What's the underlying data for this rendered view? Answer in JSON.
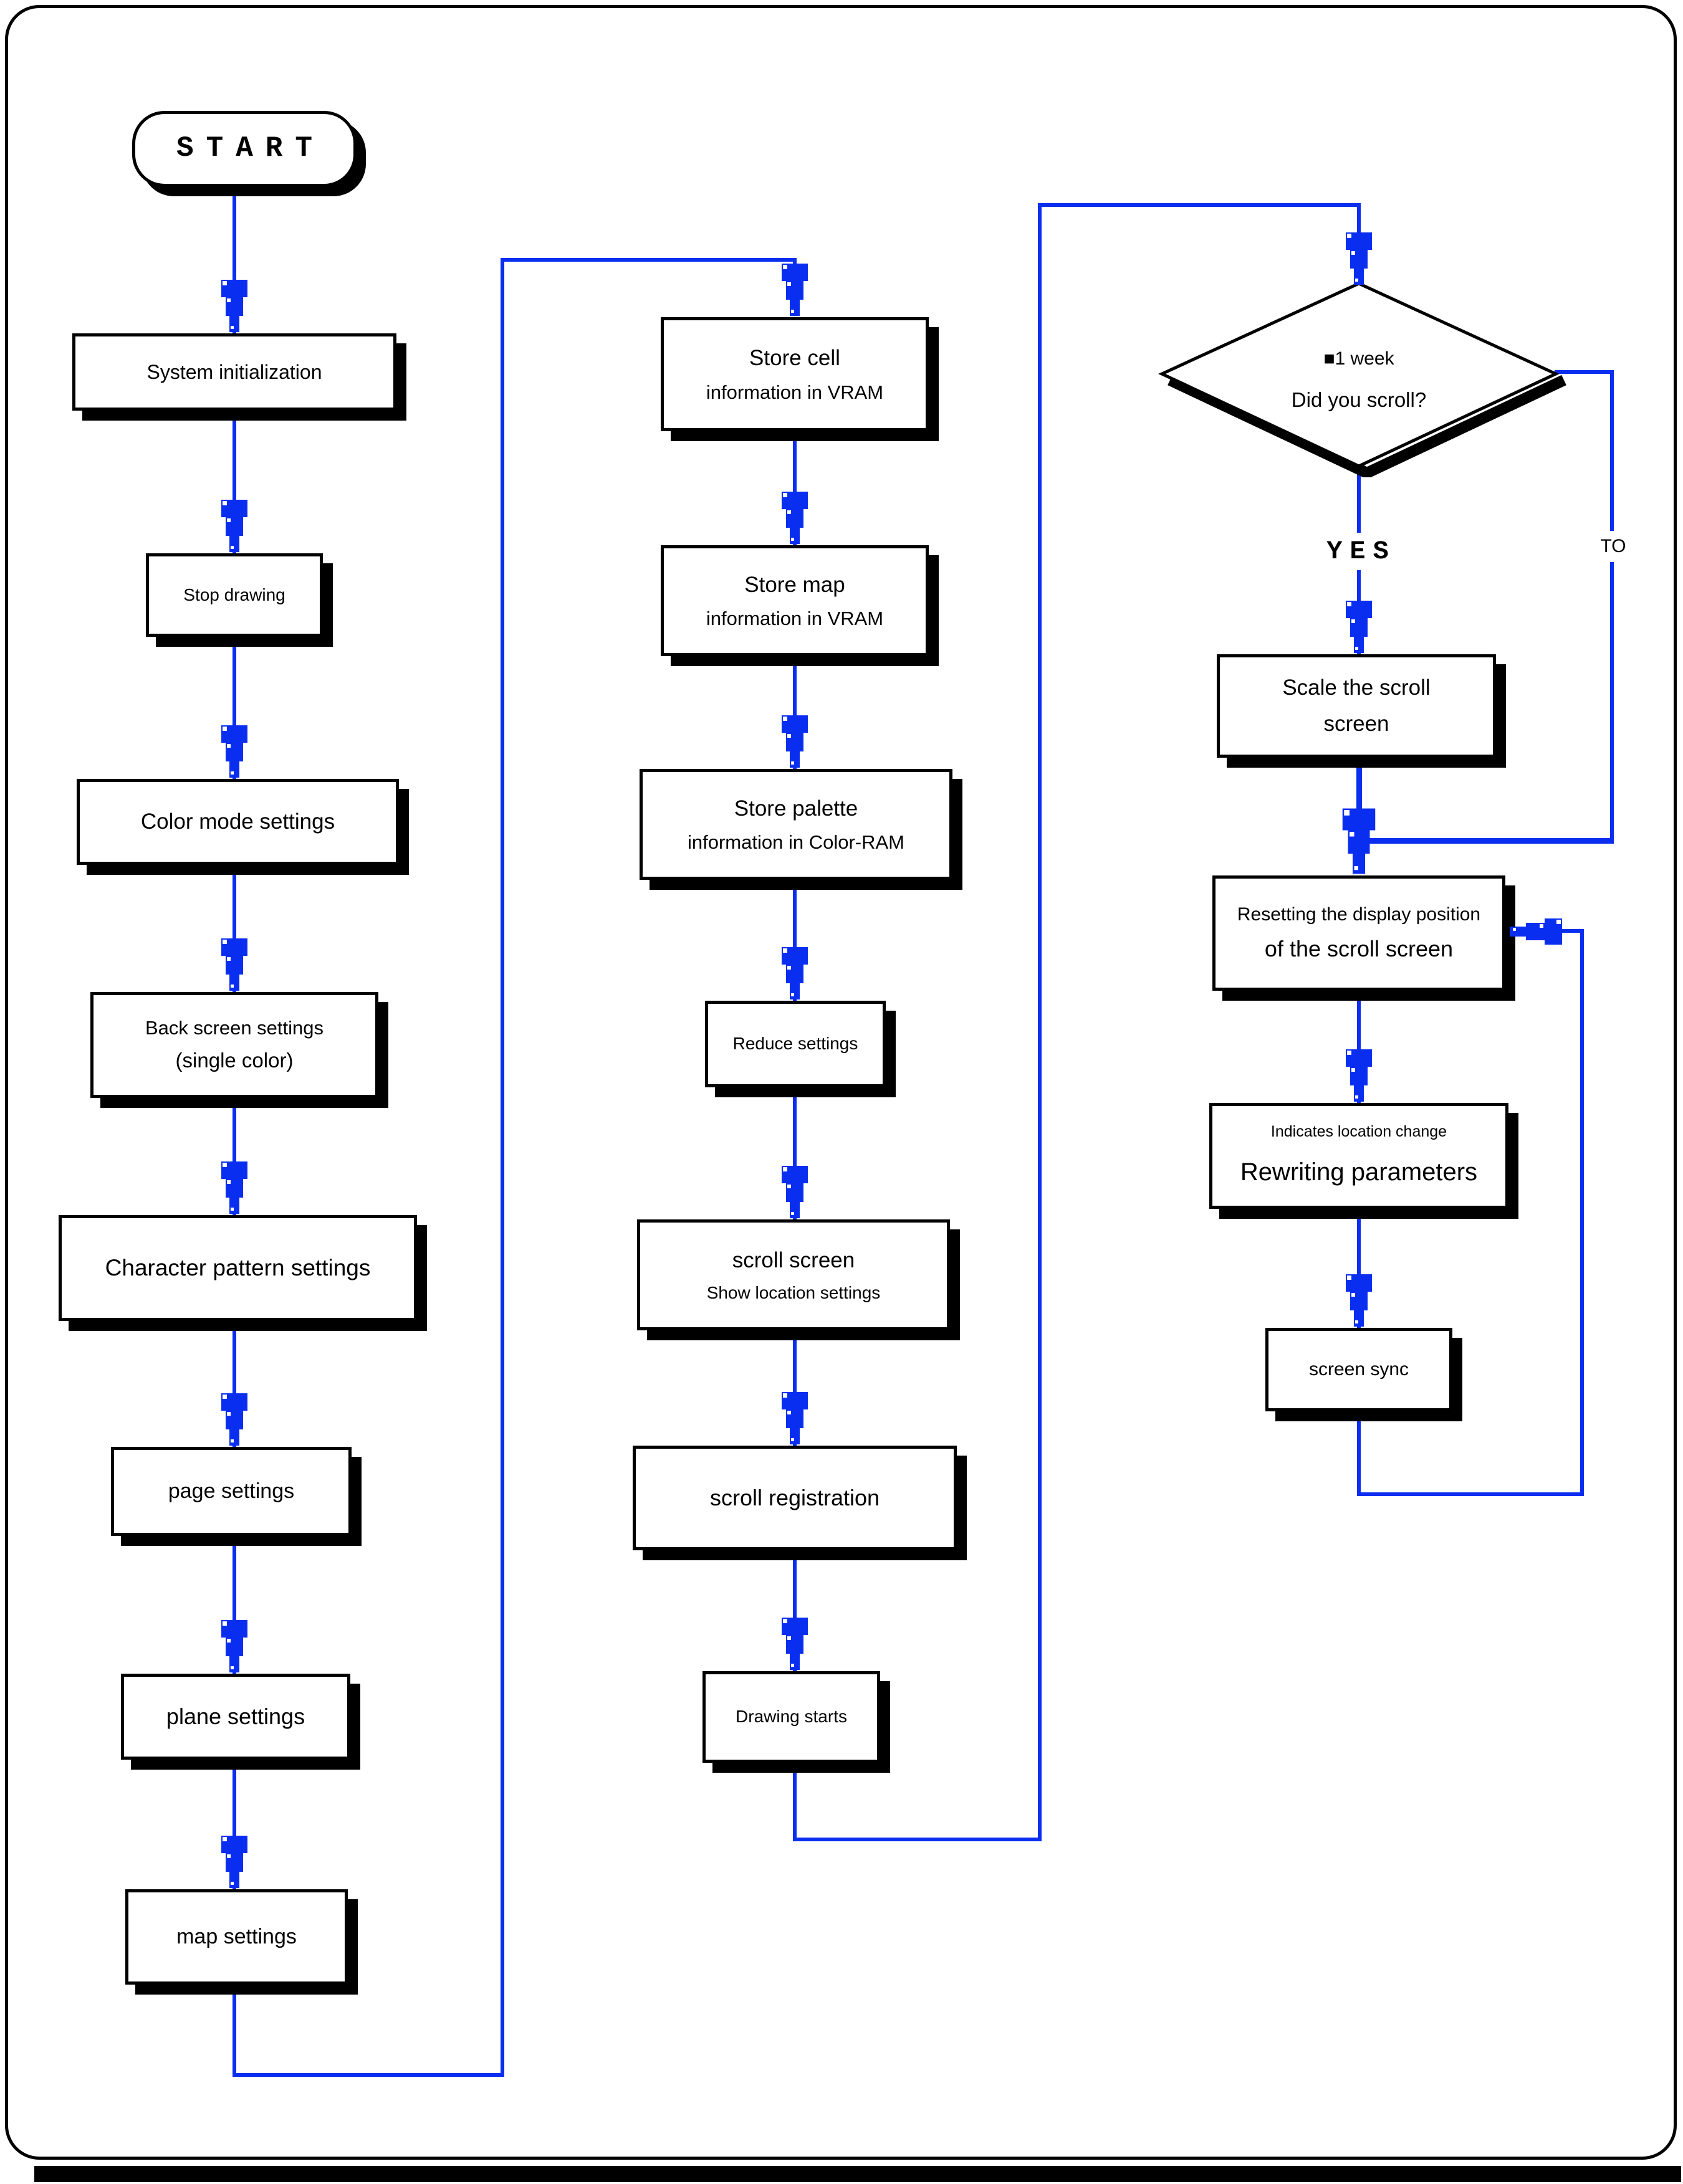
{
  "diagram": {
    "start_label": "START",
    "left_column": {
      "system_initialization": "System initialization",
      "stop_drawing": "Stop drawing",
      "color_mode_settings": "Color mode settings",
      "back_screen_settings_line1": "Back screen settings",
      "back_screen_settings_line2": "(single color)",
      "character_pattern_settings": "Character pattern settings",
      "page_settings": "page settings",
      "plane_settings": "plane settings",
      "map_settings": "map settings"
    },
    "middle_column": {
      "store_cell_line1": "Store cell",
      "store_cell_line2": "information in VRAM",
      "store_map_line1": "Store map",
      "store_map_line2": "information in VRAM",
      "store_palette_line1": "Store palette",
      "store_palette_line2": "information in Color-RAM",
      "reduce_settings": "Reduce settings",
      "scroll_screen_line1": "scroll screen",
      "scroll_screen_line2": "Show location settings",
      "scroll_registration": "scroll registration",
      "drawing_starts": "Drawing starts"
    },
    "decision": {
      "line1": "■1 week",
      "line2": "Did you scroll?"
    },
    "labels": {
      "yes_branch": "YES",
      "no_branch": "TO"
    },
    "right_column": {
      "scale_line1": "Scale the scroll",
      "scale_line2": "screen",
      "resetting_line1": "Resetting the display position",
      "resetting_line2": "of the scroll screen",
      "rewriting_small": "Indicates location change",
      "rewriting_main": "Rewriting parameters",
      "screen_sync": "screen sync"
    },
    "colors": {
      "connector_blue": "#0a2ef0",
      "node_border": "#000000",
      "background": "#ffffff"
    }
  }
}
